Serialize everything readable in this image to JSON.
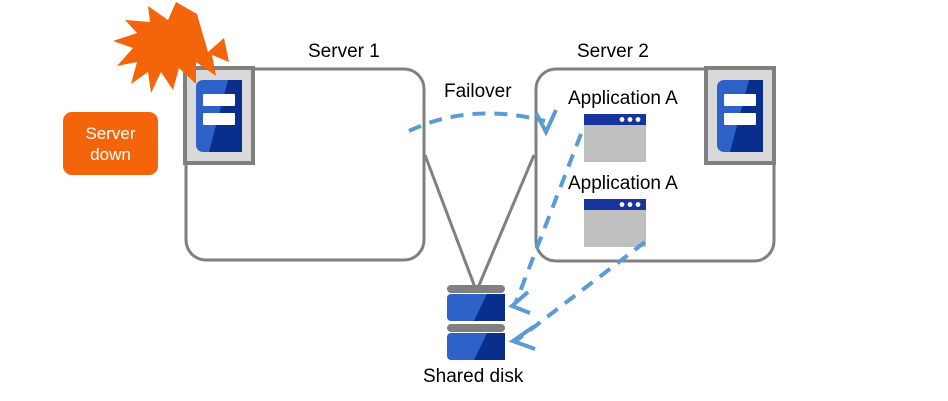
{
  "diagram": {
    "title_server1": "Server 1",
    "title_server2": "Server 2",
    "failover_label": "Failover",
    "shared_disk_label": "Shared disk",
    "alert": {
      "line1": "Server",
      "line2": "down"
    },
    "server2_apps": [
      {
        "label": "Application A"
      },
      {
        "label": "Application A"
      }
    ],
    "colors": {
      "alert_orange": "#f4640a",
      "burst_orange": "#f4640a",
      "box_outline_gray": "#808080",
      "icon_frame_gray": "#d9d9d9",
      "icon_frame_border": "#808080",
      "server_blue_light": "#2f62c8",
      "server_blue_dark": "#0a2e8c",
      "app_titlebar_navy": "#16349b",
      "app_body_gray": "#bfbfbf",
      "disk_blue_light": "#2f62c8",
      "disk_blue_dark": "#0a2e8c",
      "disk_bar_gray": "#808080",
      "arrow_dashed_blue": "#5b9bd5",
      "link_line_gray": "#808080",
      "text_black": "#000000",
      "text_white": "#ffffff"
    }
  }
}
